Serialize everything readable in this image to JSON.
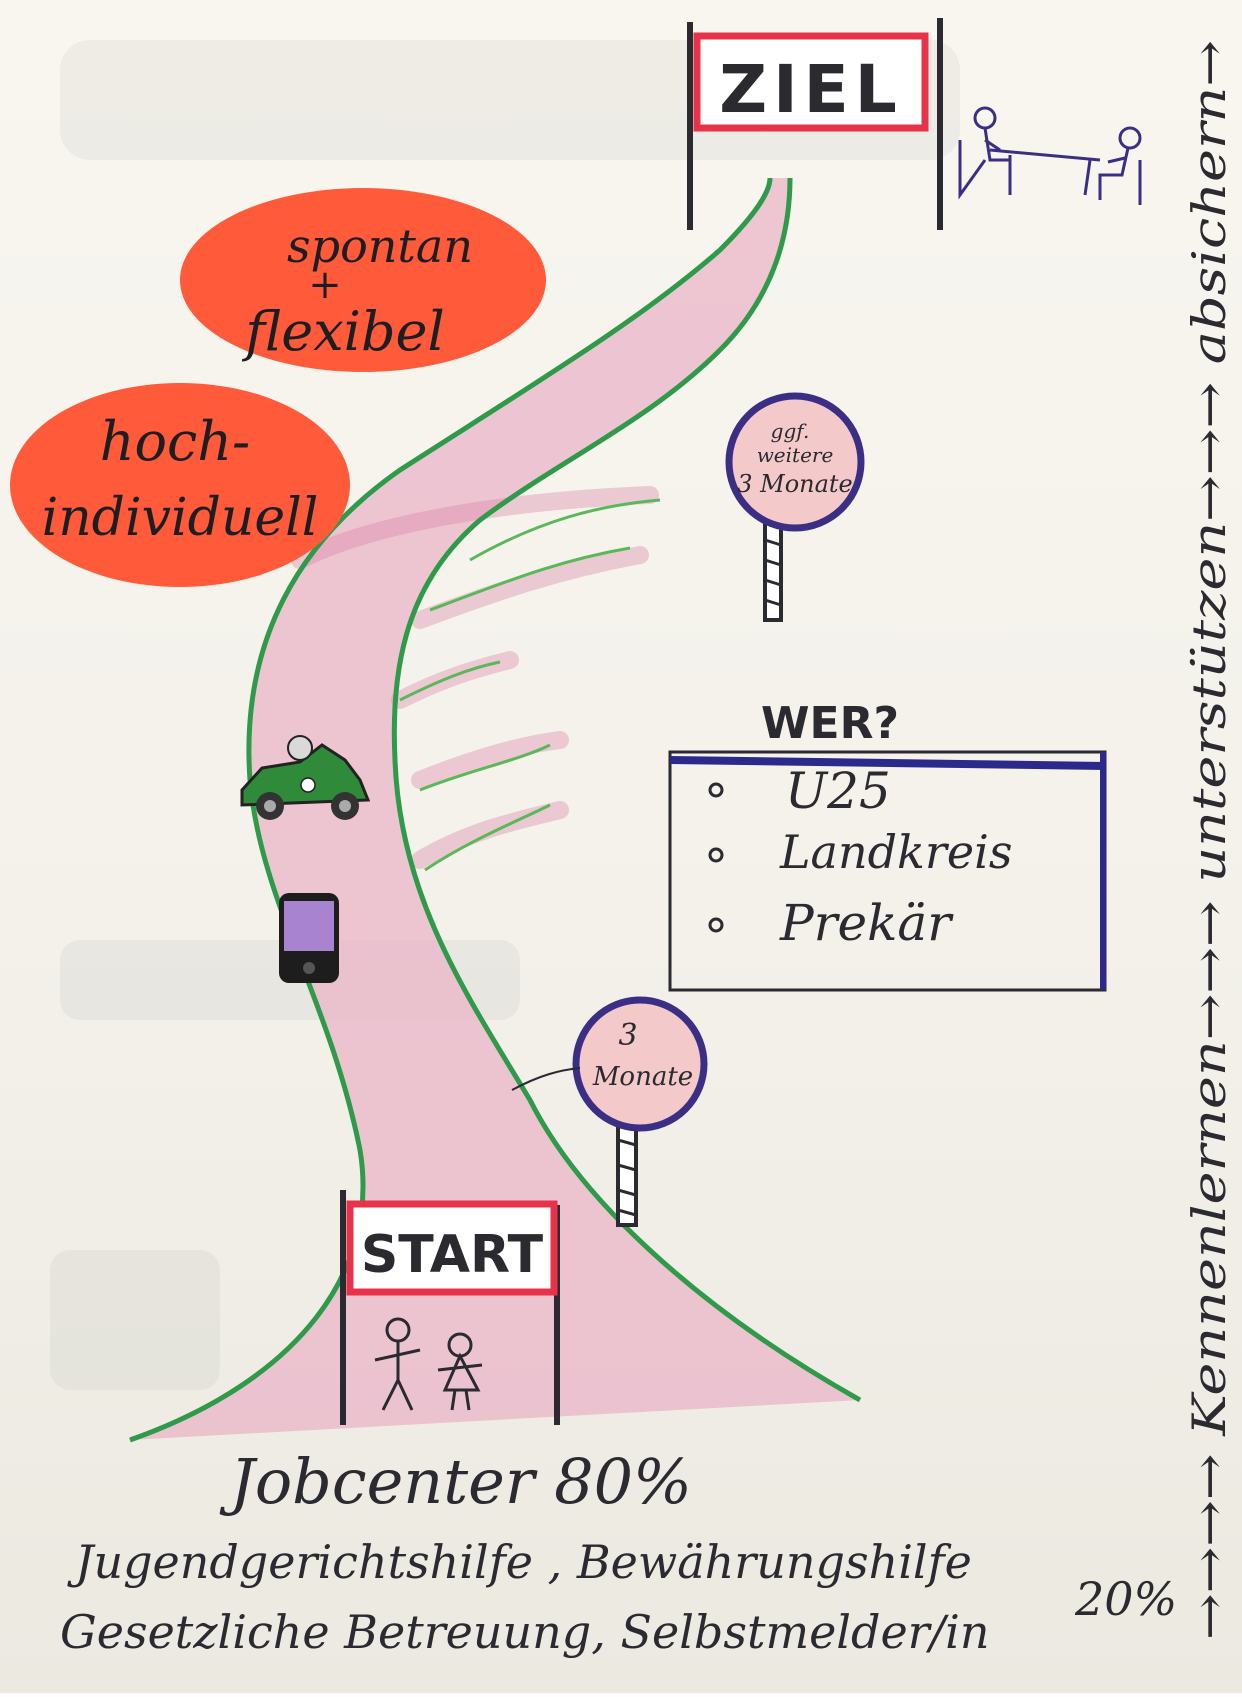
{
  "poster": {
    "goal_label": "ZIEL",
    "start_label": "START",
    "oval_top": {
      "line1": "spontan",
      "line2": "+",
      "line3": "flexibel"
    },
    "oval_bottom": {
      "line1": "hoch-",
      "line2": "individuell"
    },
    "sign_upper": {
      "line1": "ggf.",
      "line2": "weitere",
      "line3": "3 Monate"
    },
    "sign_lower": {
      "line1": "3",
      "line2": "Monate"
    },
    "who_box": {
      "title": "WER?",
      "items": [
        "U25",
        "Landkreis",
        "Prekär"
      ]
    },
    "side_text": "→→→→ Kennenlernen→→→ unterstützen→→→ absichern→",
    "bottom": {
      "main_label": "Jobcenter 80%",
      "line1": "Jugendgerichtshilfe , Bewährungshilfe",
      "line2": "Gesetzliche Betreuung, Selbstmelder/in",
      "percent": "20%"
    },
    "colors": {
      "road_edge": "#2f9a4a",
      "road_fill": "#eab6c8",
      "oval": "#ff5a3a",
      "sign_border": "#3b2f85",
      "banner_red": "#e8324a",
      "ink": "#2a2a30",
      "box_blue": "#2b2a8c"
    }
  }
}
